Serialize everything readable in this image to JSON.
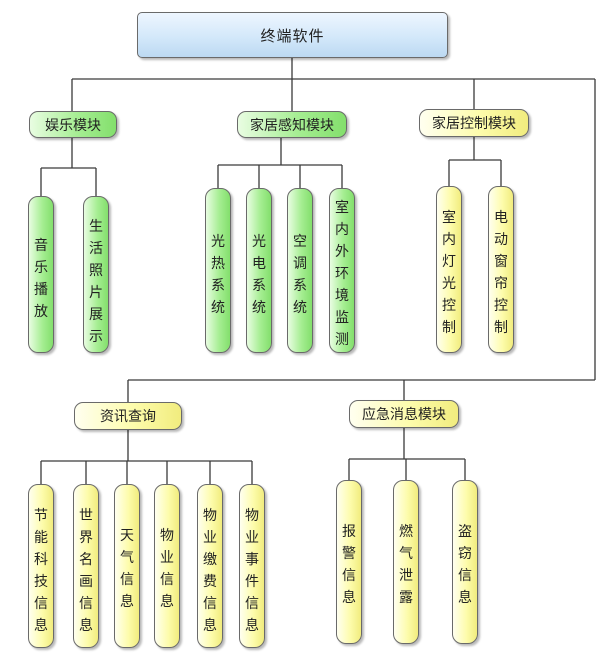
{
  "diagram": {
    "root": {
      "label": "终端软件"
    },
    "modules": {
      "entertainment": {
        "label": "娱乐模块",
        "color": "green",
        "items": {
          "music": "音乐播放",
          "photos": "生活照片展示"
        }
      },
      "sensing": {
        "label": "家居感知模块",
        "color": "green",
        "items": {
          "solar_thermal": "光热系统",
          "photovoltaic": "光电系统",
          "hvac": "空调系统",
          "indoor_env": "室内外环境监测"
        }
      },
      "control": {
        "label": "家居控制模块",
        "color": "yellow",
        "items": {
          "light": "室内灯光控制",
          "curtain": "电动窗帘控制"
        }
      },
      "info": {
        "label": "资讯查询",
        "color": "yellow",
        "items": {
          "energy": "节能科技信息",
          "paintings": "世界名画信息",
          "weather": "天气信息",
          "property": "物业信息",
          "fees": "物业缴费信息",
          "events": "物业事件信息"
        }
      },
      "emergency": {
        "label": "应急消息模块",
        "color": "yellow",
        "items": {
          "alarm": "报警信息",
          "gas": "燃气泄露",
          "theft": "盗窃信息"
        }
      }
    },
    "colors": {
      "green_fill": "#9be888",
      "yellow_fill": "#fbf8a0",
      "root_fill": "#d3e8fa",
      "line": "#3a3a3a"
    }
  }
}
